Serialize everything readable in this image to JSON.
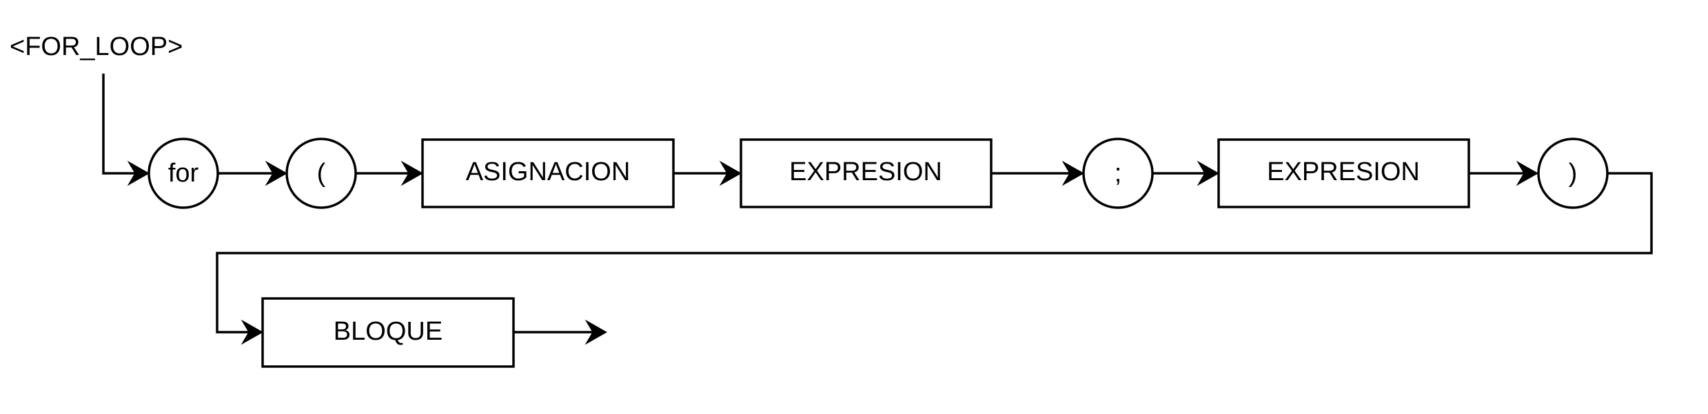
{
  "diagram": {
    "title": "<FOR_LOOP>",
    "nodes": {
      "for": {
        "label": "for",
        "shape": "circle"
      },
      "open_paren": {
        "label": "(",
        "shape": "circle"
      },
      "asignacion": {
        "label": "ASIGNACION",
        "shape": "rect"
      },
      "expresion_1": {
        "label": "EXPRESION",
        "shape": "rect"
      },
      "semicolon": {
        "label": ";",
        "shape": "circle"
      },
      "expresion_2": {
        "label": "EXPRESION",
        "shape": "rect"
      },
      "close_paren": {
        "label": ")",
        "shape": "circle"
      },
      "bloque": {
        "label": "BLOQUE",
        "shape": "rect"
      }
    },
    "sequence": [
      "for",
      "open_paren",
      "asignacion",
      "expresion_1",
      "semicolon",
      "expresion_2",
      "close_paren",
      "bloque"
    ]
  }
}
